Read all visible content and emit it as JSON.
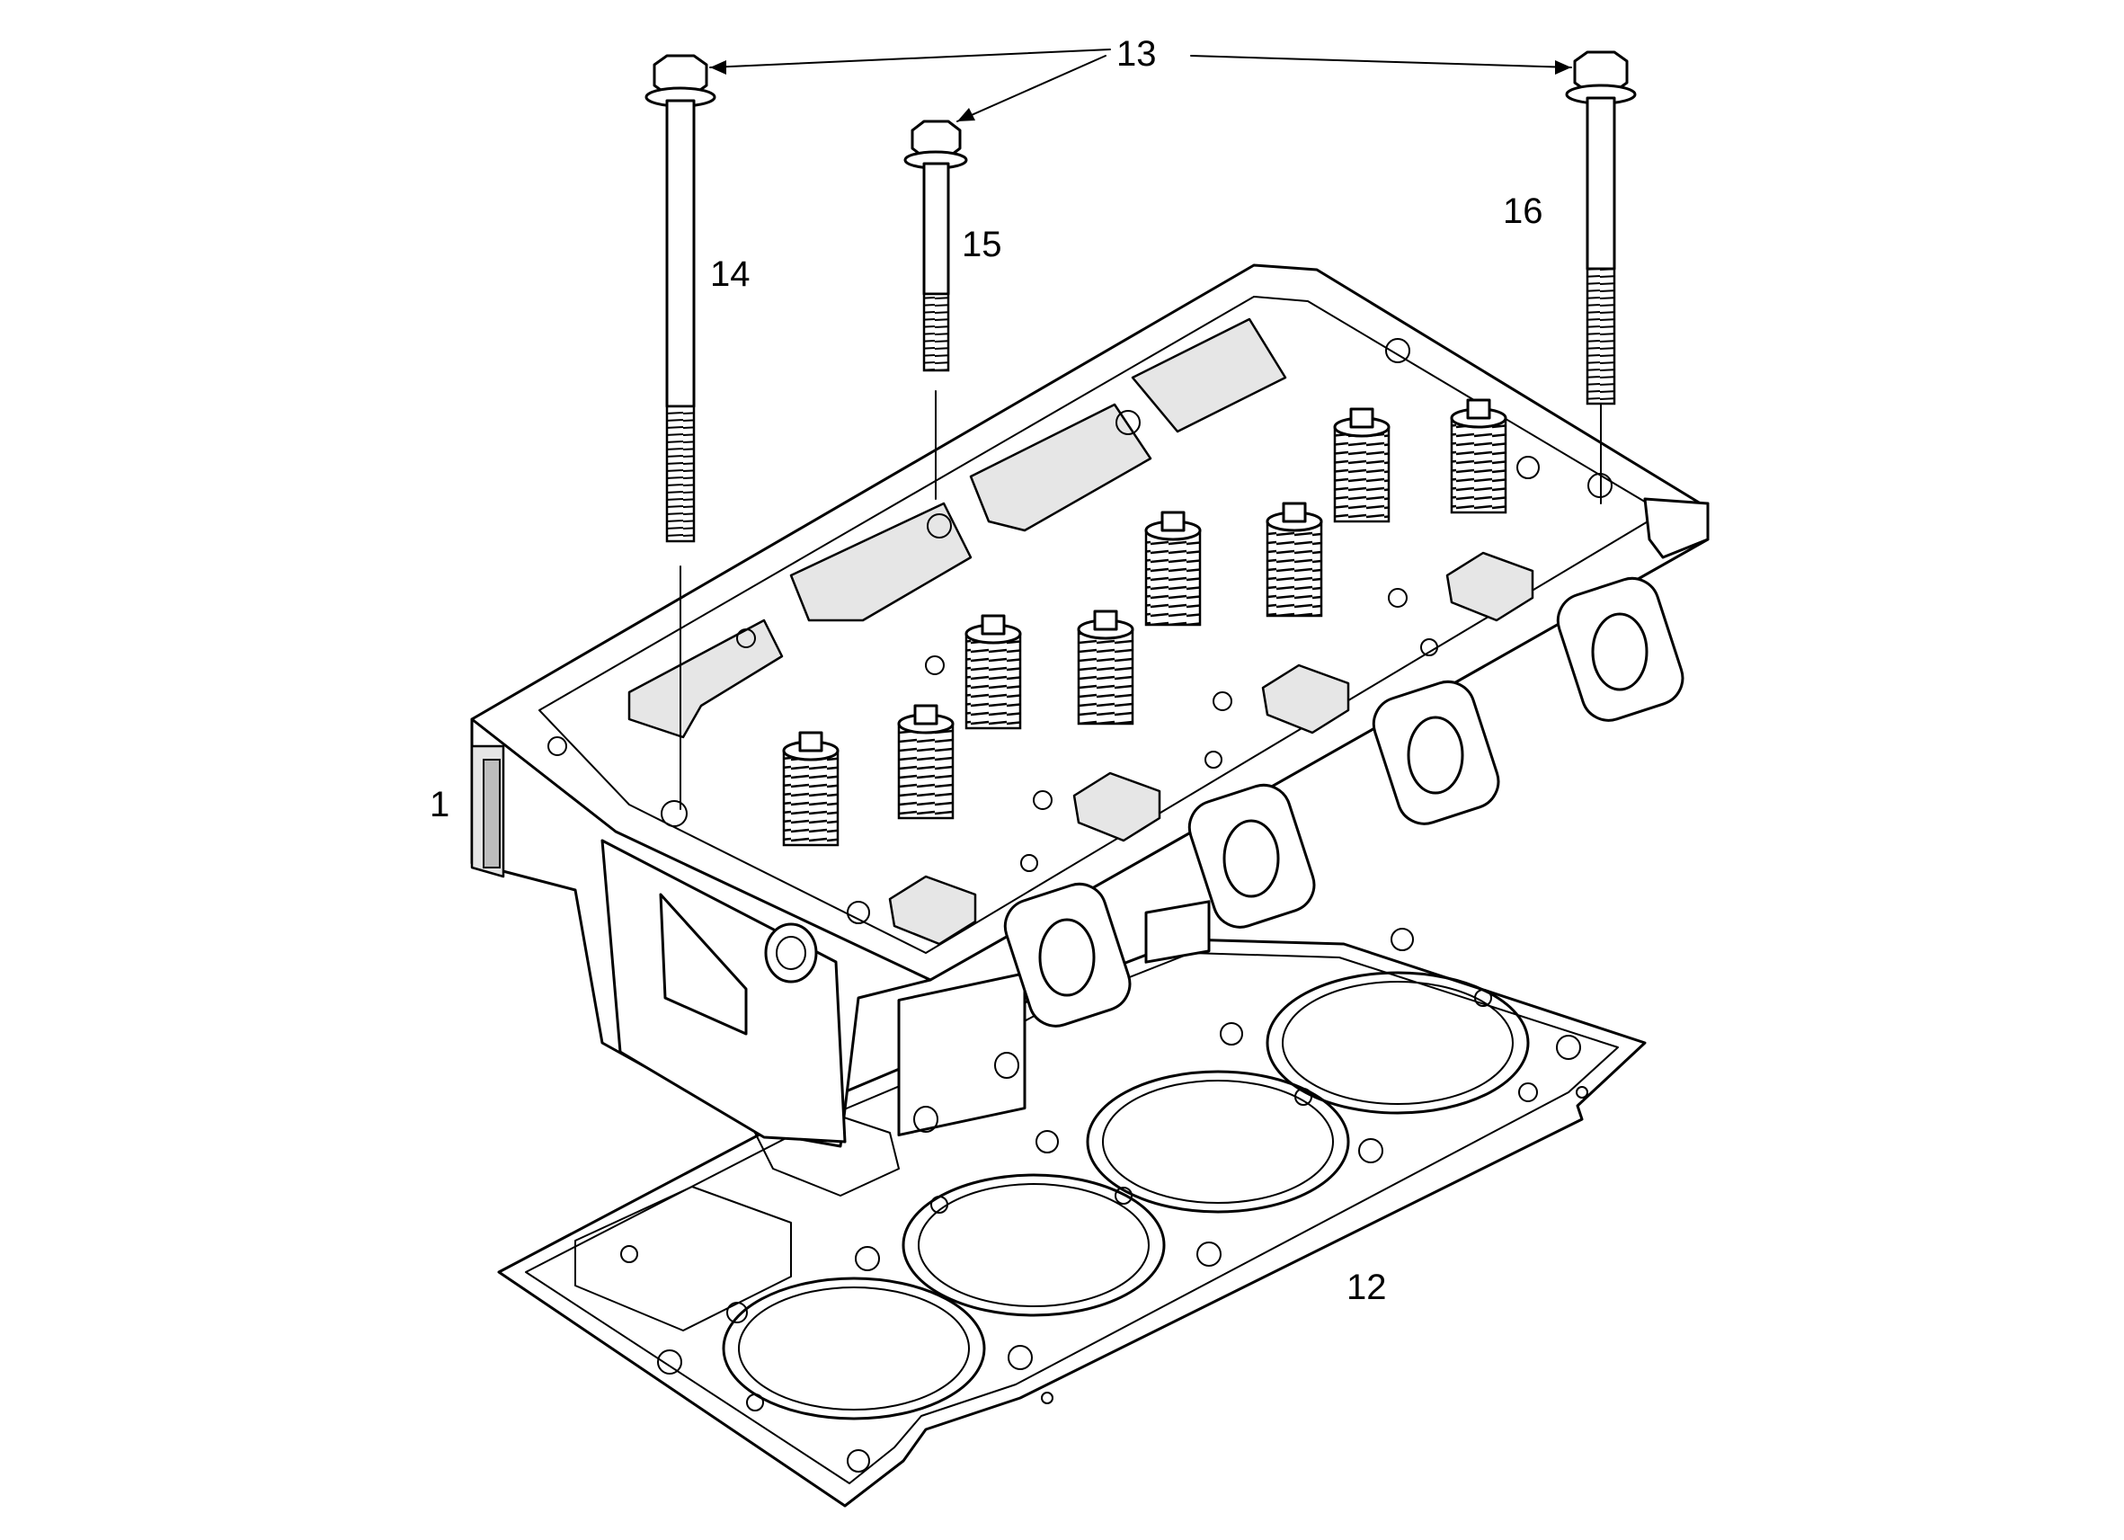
{
  "labels": {
    "cylinder_head": "1",
    "head_gasket": "12",
    "bolts": "13",
    "bolt_long_front": "14",
    "bolt_short": "15",
    "bolt_long_rear": "16"
  }
}
